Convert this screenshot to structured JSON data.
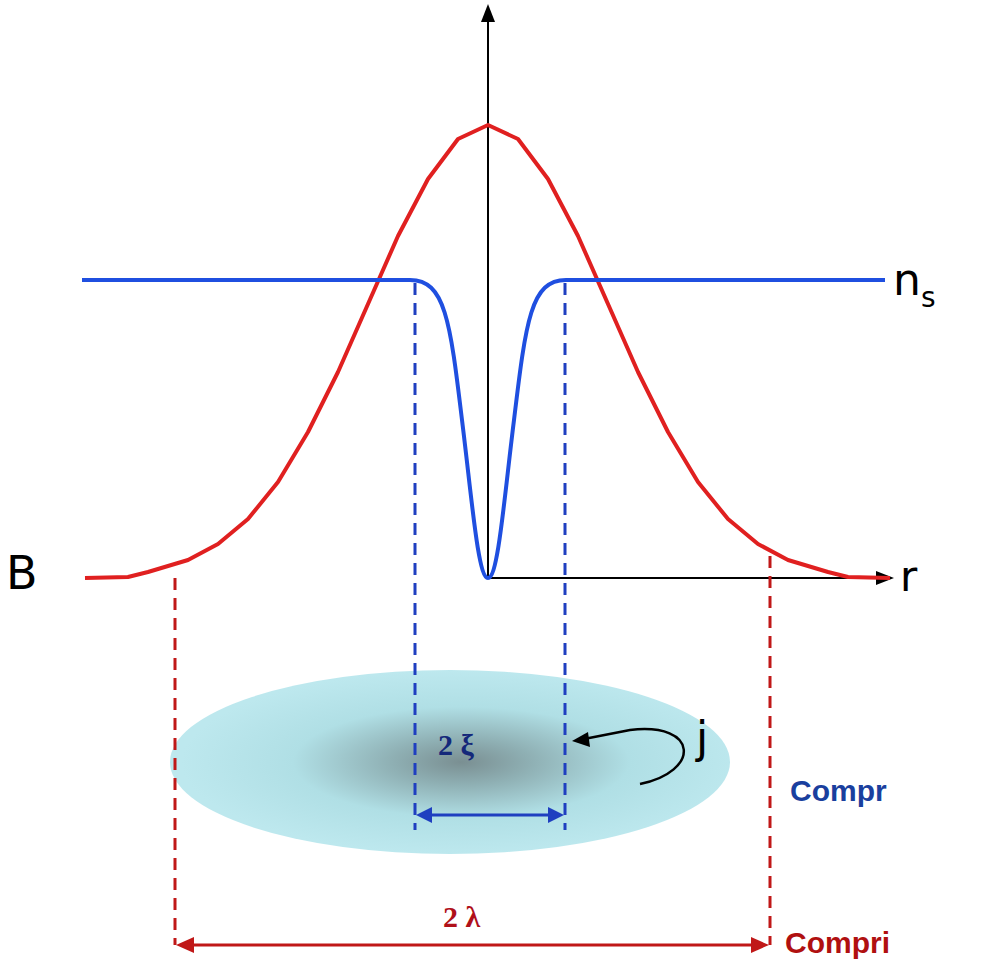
{
  "diagram": {
    "labels": [
      "n",
      "s",
      "B",
      "r",
      "2 ξ",
      "j",
      "Compr",
      "2 λ",
      "Compri"
    ]
  }
}
